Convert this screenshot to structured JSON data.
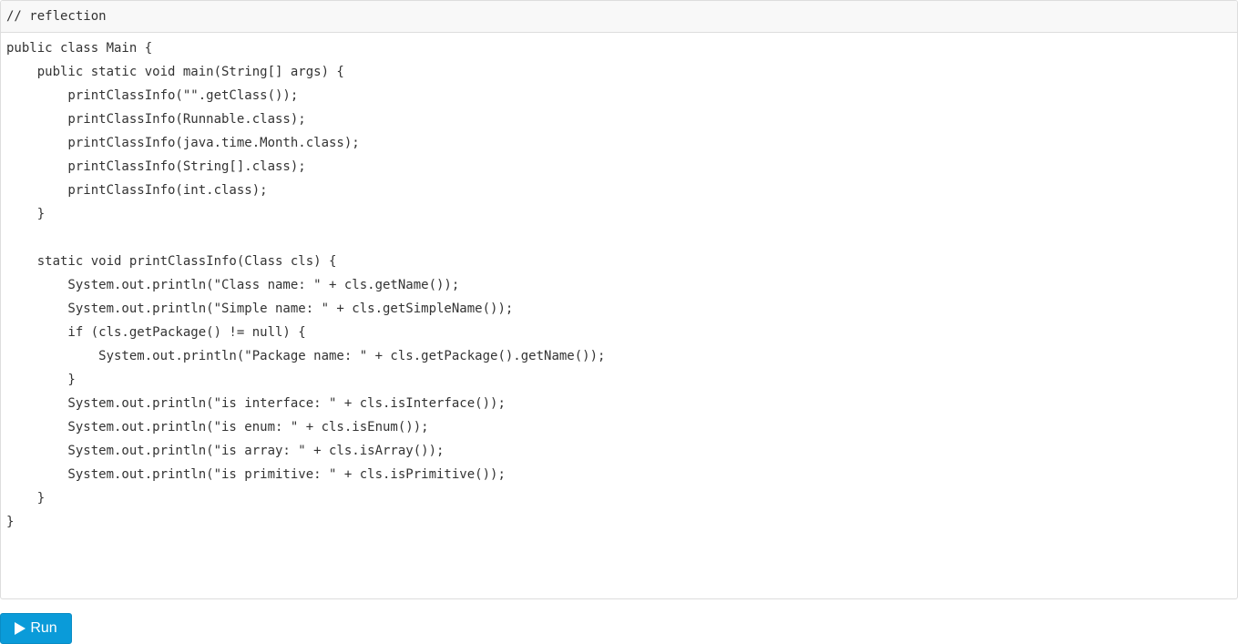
{
  "editor": {
    "header_comment": "// reflection",
    "lines": [
      "public class Main {",
      "    public static void main(String[] args) {",
      "        printClassInfo(\"\".getClass());",
      "        printClassInfo(Runnable.class);",
      "        printClassInfo(java.time.Month.class);",
      "        printClassInfo(String[].class);",
      "        printClassInfo(int.class);",
      "    }",
      "",
      "    static void printClassInfo(Class cls) {",
      "        System.out.println(\"Class name: \" + cls.getName());",
      "        System.out.println(\"Simple name: \" + cls.getSimpleName());",
      "        if (cls.getPackage() != null) {",
      "            System.out.println(\"Package name: \" + cls.getPackage().getName());",
      "        }",
      "        System.out.println(\"is interface: \" + cls.isInterface());",
      "        System.out.println(\"is enum: \" + cls.isEnum());",
      "        System.out.println(\"is array: \" + cls.isArray());",
      "        System.out.println(\"is primitive: \" + cls.isPrimitive());",
      "    }",
      "}"
    ]
  },
  "toolbar": {
    "run_label": "Run",
    "run_icon": "play-icon"
  },
  "colors": {
    "run_button_bg": "#0a9bd9",
    "header_bg": "#f8f8f8",
    "text": "#333333"
  }
}
